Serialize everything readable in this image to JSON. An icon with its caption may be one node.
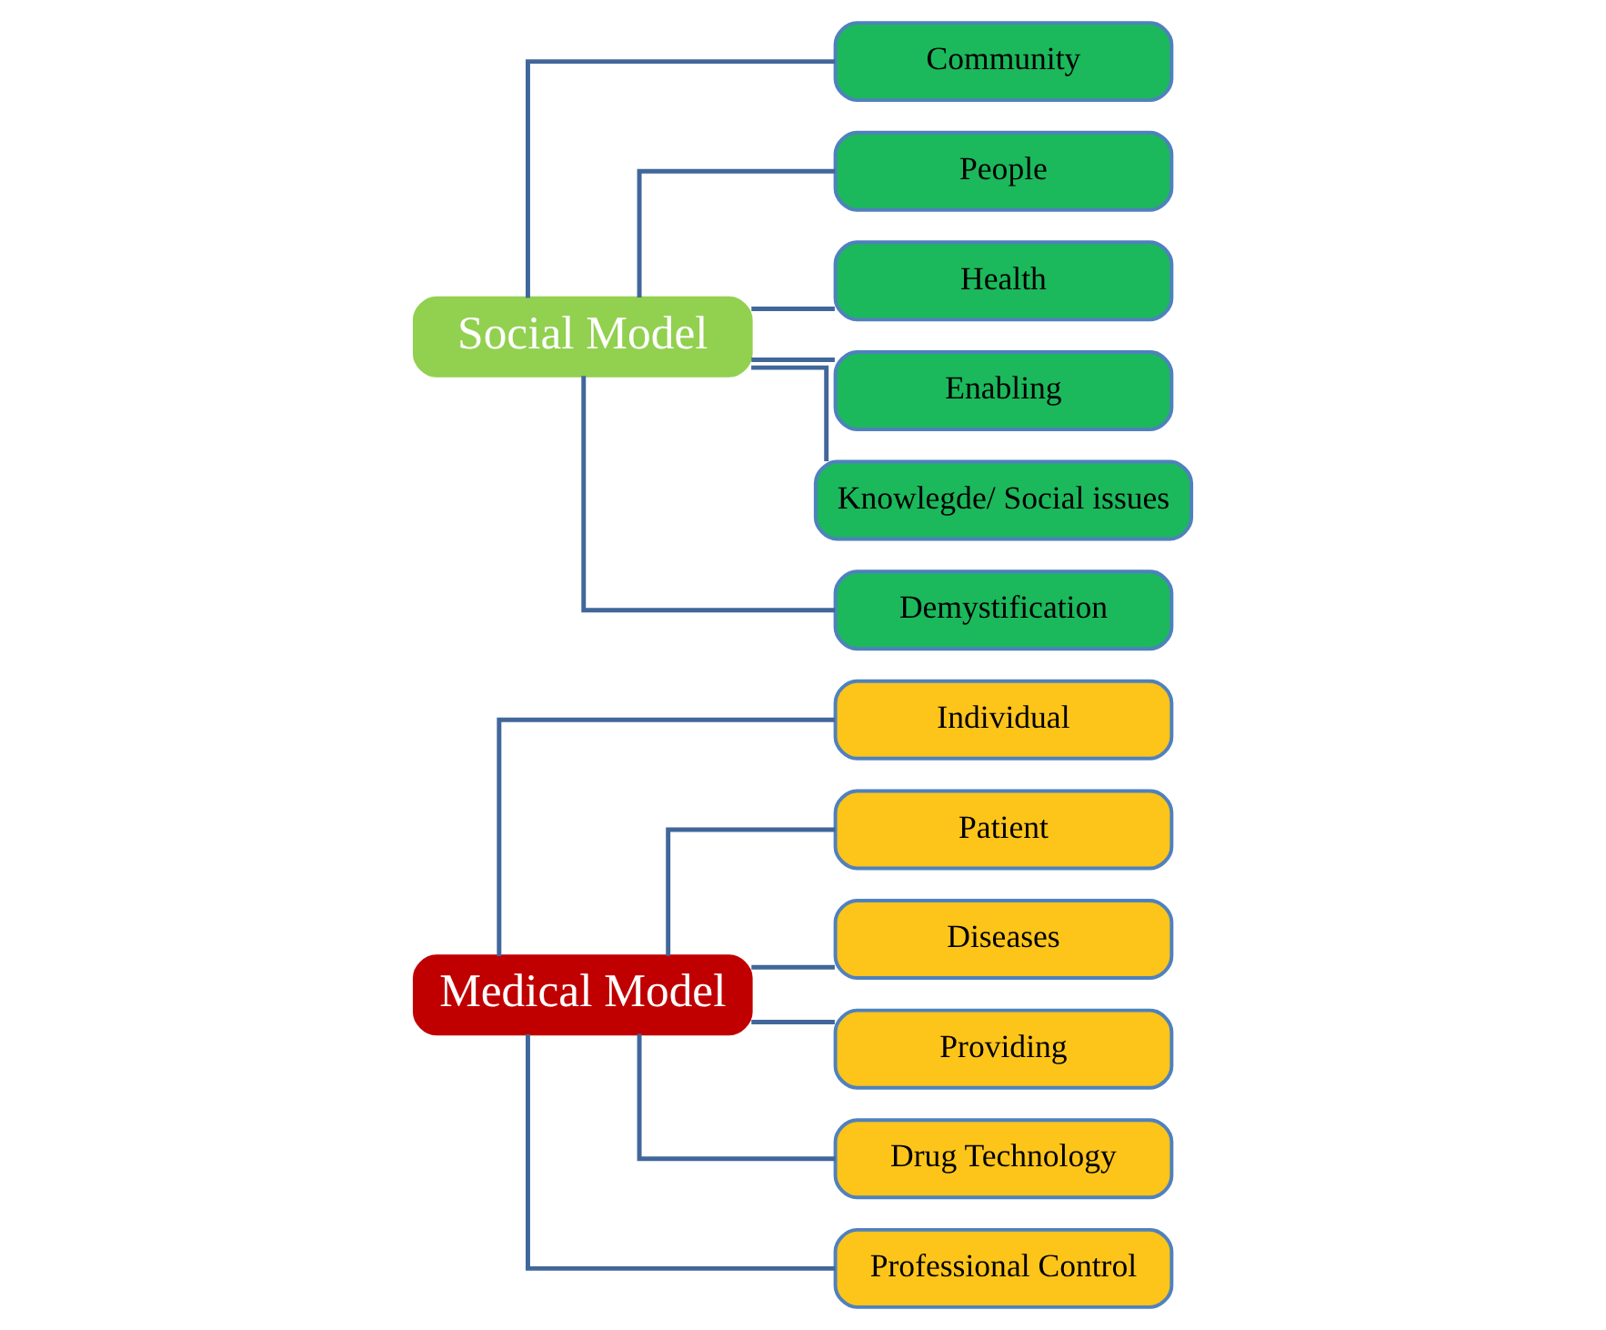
{
  "diagram": {
    "nodes": [
      {
        "text": [
          "Medical Model"
        ]
      },
      {
        "text": [
          "Individual"
        ]
      },
      {
        "text": [
          "Patient"
        ]
      },
      {
        "text": [
          "Diseases"
        ]
      },
      {
        "text": [
          "Providing"
        ]
      },
      {
        "text": [
          "Drug Technology"
        ]
      },
      {
        "text": [
          "Professional Control"
        ]
      },
      {
        "text": [
          "Social Model"
        ]
      },
      {
        "text": [
          "Community"
        ]
      },
      {
        "text": [
          "People"
        ]
      },
      {
        "text": [
          "Health"
        ]
      },
      {
        "text": [
          "Enabling"
        ]
      },
      {
        "text": [
          "Knowlegde/ Social issues"
        ]
      },
      {
        "text": [
          "Demystification"
        ]
      }
    ],
    "edges": [
      {
        "from": 0,
        "to": 1,
        "arrow": "none"
      },
      {
        "from": 0,
        "to": 2,
        "arrow": "none"
      },
      {
        "from": 0,
        "to": 3,
        "arrow": "none"
      },
      {
        "from": 0,
        "to": 4,
        "arrow": "none"
      },
      {
        "from": 0,
        "to": 5,
        "arrow": "none"
      },
      {
        "from": 0,
        "to": 6,
        "arrow": "none"
      },
      {
        "from": 7,
        "to": 8,
        "arrow": "none"
      },
      {
        "from": 7,
        "to": 9,
        "arrow": "none"
      },
      {
        "from": 7,
        "to": 10,
        "arrow": "none"
      },
      {
        "from": 7,
        "to": 11,
        "arrow": "none"
      },
      {
        "from": 7,
        "to": 12,
        "arrow": "none"
      },
      {
        "from": 7,
        "to": 13,
        "arrow": "none"
      }
    ]
  }
}
